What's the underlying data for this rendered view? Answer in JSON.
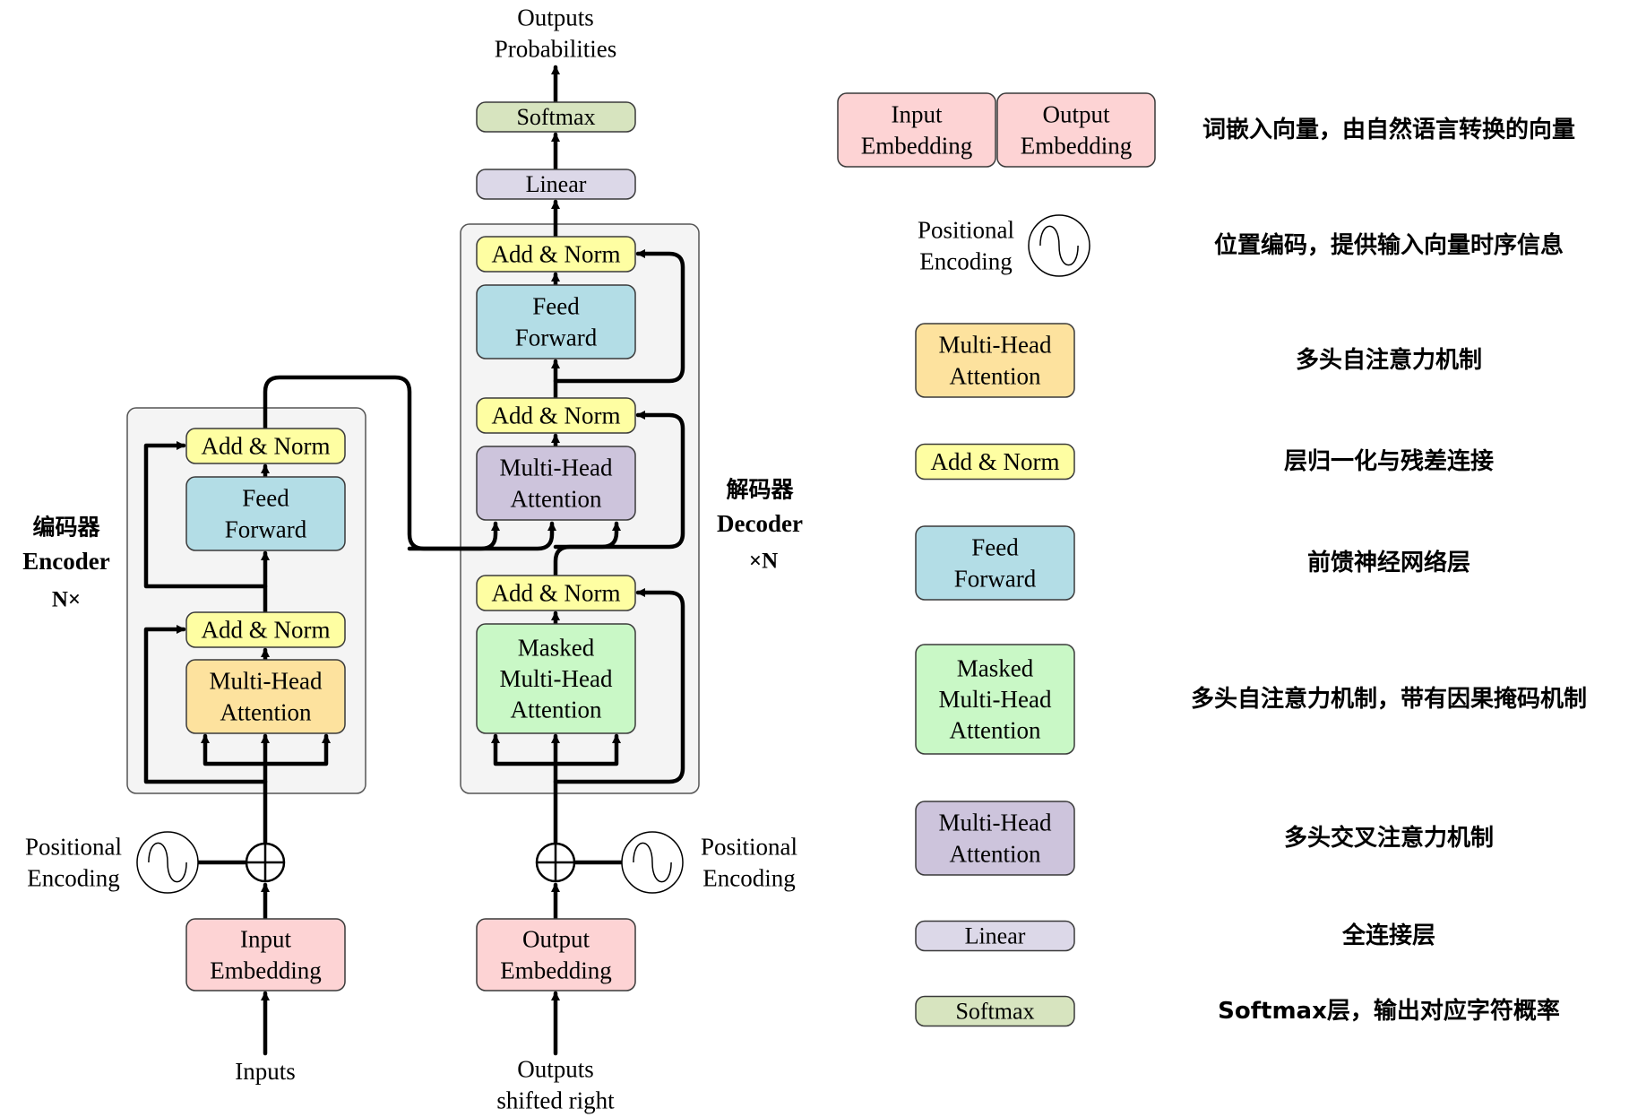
{
  "encoder": {
    "title_zh": "编码器",
    "title_en": "Encoder",
    "repeat": "N×",
    "blocks": {
      "add_norm_top": "Add & Norm",
      "feed_forward": [
        "Feed",
        "Forward"
      ],
      "add_norm_bottom": "Add & Norm",
      "attention": [
        "Multi-Head",
        "Attention"
      ]
    },
    "positional_encoding": [
      "Positional",
      "Encoding"
    ],
    "embedding": [
      "Input",
      "Embedding"
    ],
    "input_label": "Inputs"
  },
  "decoder": {
    "title_zh": "解码器",
    "title_en": "Decoder",
    "repeat": "×N",
    "blocks": {
      "add_norm_top": "Add & Norm",
      "feed_forward": [
        "Feed",
        "Forward"
      ],
      "add_norm_mid": "Add & Norm",
      "cross_attention": [
        "Multi-Head",
        "Attention"
      ],
      "add_norm_bottom": "Add & Norm",
      "masked_attention": [
        "Masked",
        "Multi-Head",
        "Attention"
      ]
    },
    "positional_encoding": [
      "Positional",
      "Encoding"
    ],
    "embedding": [
      "Output",
      "Embedding"
    ],
    "input_label": [
      "Outputs",
      "shifted right"
    ]
  },
  "head": {
    "linear": "Linear",
    "softmax": "Softmax",
    "output_label": [
      "Outputs",
      "Probabilities"
    ]
  },
  "legend": [
    {
      "kind": "embedding",
      "lines_a": [
        "Input",
        "Embedding"
      ],
      "lines_b": [
        "Output",
        "Embedding"
      ],
      "desc": "词嵌入向量，由自然语言转换的向量"
    },
    {
      "kind": "positional",
      "lines": [
        "Positional",
        "Encoding"
      ],
      "desc": "位置编码，提供输入向量时序信息"
    },
    {
      "kind": "multihead",
      "lines": [
        "Multi-Head",
        "Attention"
      ],
      "desc": "多头自注意力机制"
    },
    {
      "kind": "addnorm",
      "lines": [
        "Add & Norm"
      ],
      "desc": "层归一化与残差连接"
    },
    {
      "kind": "feedforward",
      "lines": [
        "Feed",
        "Forward"
      ],
      "desc": "前馈神经网络层"
    },
    {
      "kind": "masked",
      "lines": [
        "Masked",
        "Multi-Head",
        "Attention"
      ],
      "desc": "多头自注意力机制，带有因果掩码机制"
    },
    {
      "kind": "cross",
      "lines": [
        "Multi-Head",
        "Attention"
      ],
      "desc": "多头交叉注意力机制"
    },
    {
      "kind": "linear",
      "lines": [
        "Linear"
      ],
      "desc": "全连接层"
    },
    {
      "kind": "softmax",
      "lines": [
        "Softmax"
      ],
      "desc": "Softmax层，输出对应字符概率"
    }
  ],
  "colors": {
    "embedding": "#fdd3d4",
    "multihead": "#fde29e",
    "addnorm": "#fefea2",
    "feedforward": "#b3dde6",
    "masked": "#c9f8c6",
    "cross": "#cdc4dc",
    "linear": "#dcd8e8",
    "softmax": "#d7e4bf",
    "module_bg": "#f4f4f4"
  }
}
